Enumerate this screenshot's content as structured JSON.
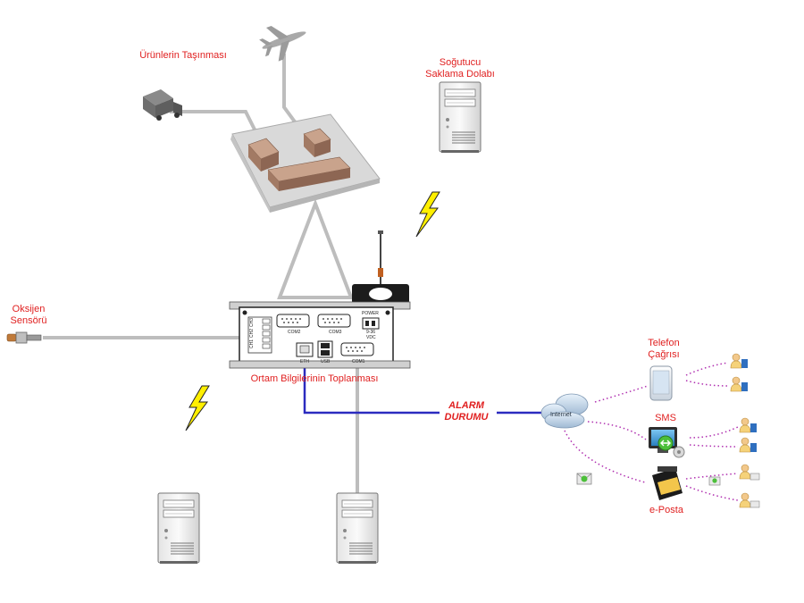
{
  "labels": {
    "transport": "Ürünlerin Taşınması",
    "cooler_line1": "Soğutucu",
    "cooler_line2": "Saklama Dolabı",
    "oxygen_line1": "Oksijen",
    "oxygen_line2": "Sensörü",
    "collection": "Ortam Bilgilerinin Toplanması",
    "alarm_line1": "ALARM",
    "alarm_line2": "DURUMU",
    "phone_line1": "Telefon",
    "phone_line2": "Çağrısı",
    "sms": "SMS",
    "email": "e-Posta"
  },
  "device": {
    "com2": "COM2",
    "com3": "COM3",
    "com1": "COM1",
    "power": "POWER",
    "voltage": "9-36",
    "vdc": "VDC",
    "eth": "ETH",
    "usb": "USB",
    "ch1": "CH1",
    "ch2": "CH2",
    "ch3": "CH3"
  },
  "cloud": {
    "text": "Internet"
  },
  "colors": {
    "label_red": "#e02020",
    "link_blue": "#2b2bbf",
    "dotted_purple": "#b030b0",
    "lightning_yellow": "#ffef00",
    "cable_gray": "#bdbdbd"
  }
}
